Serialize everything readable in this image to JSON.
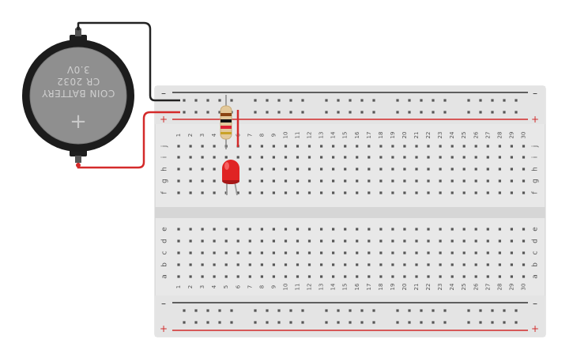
{
  "breadboard": {
    "columns": [
      "1",
      "2",
      "3",
      "4",
      "5",
      "6",
      "7",
      "8",
      "9",
      "10",
      "11",
      "12",
      "13",
      "14",
      "15",
      "16",
      "17",
      "18",
      "19",
      "20",
      "21",
      "22",
      "23",
      "24",
      "25",
      "26",
      "27",
      "28",
      "29",
      "30"
    ],
    "rows_top": [
      "j",
      "i",
      "h",
      "g",
      "f"
    ],
    "rows_bottom": [
      "e",
      "d",
      "c",
      "b",
      "a"
    ],
    "rail_minus": "–",
    "rail_plus": "+",
    "rail_minus_color": "#3a3a3a",
    "rail_plus_color": "#d12b2b"
  },
  "battery": {
    "line1": "COIN BATTERY",
    "line2": "CR 2032",
    "line3": "3.0V",
    "symbol": "+"
  },
  "components": {
    "resistor_icon": "resistor-icon",
    "led_icon": "led-icon",
    "led_color": "#e02424"
  },
  "wires": {
    "negative_color": "#222222",
    "positive_color": "#d42a2a"
  }
}
